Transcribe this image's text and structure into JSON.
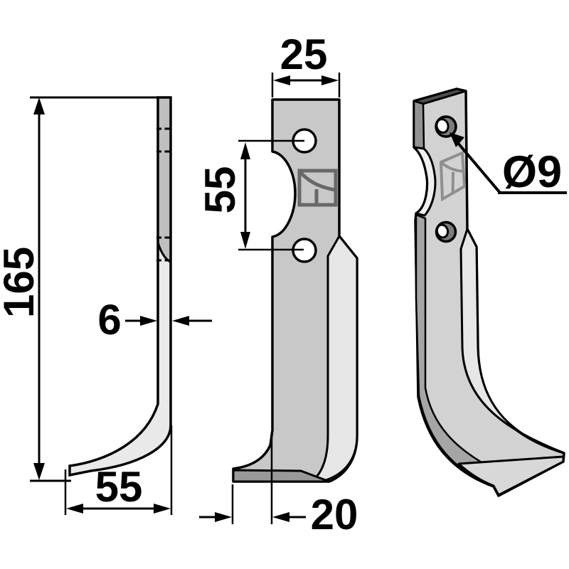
{
  "drawing": {
    "labels": {
      "blade_height": "165",
      "foot_length": "55",
      "blade_thickness": "6",
      "blade_width": "25",
      "hole_spacing": "55",
      "foot_offset": "20",
      "hole_diameter": "Ø9"
    },
    "icons": {
      "manufacturer_logo": "square-swoosh-logo"
    },
    "colors": {
      "background": "#ffffff",
      "outline": "#000000",
      "steel_medium": "#c8c8c8",
      "steel_light": "#e6e6e6",
      "steel_pale": "#e9e9e9",
      "steel_dark": "#999999",
      "steel_side": "#a5a5a5",
      "steel_top": "#4e4e4e",
      "hole_bore": "#7c7c7c",
      "logo_stroke": "#686868"
    }
  }
}
